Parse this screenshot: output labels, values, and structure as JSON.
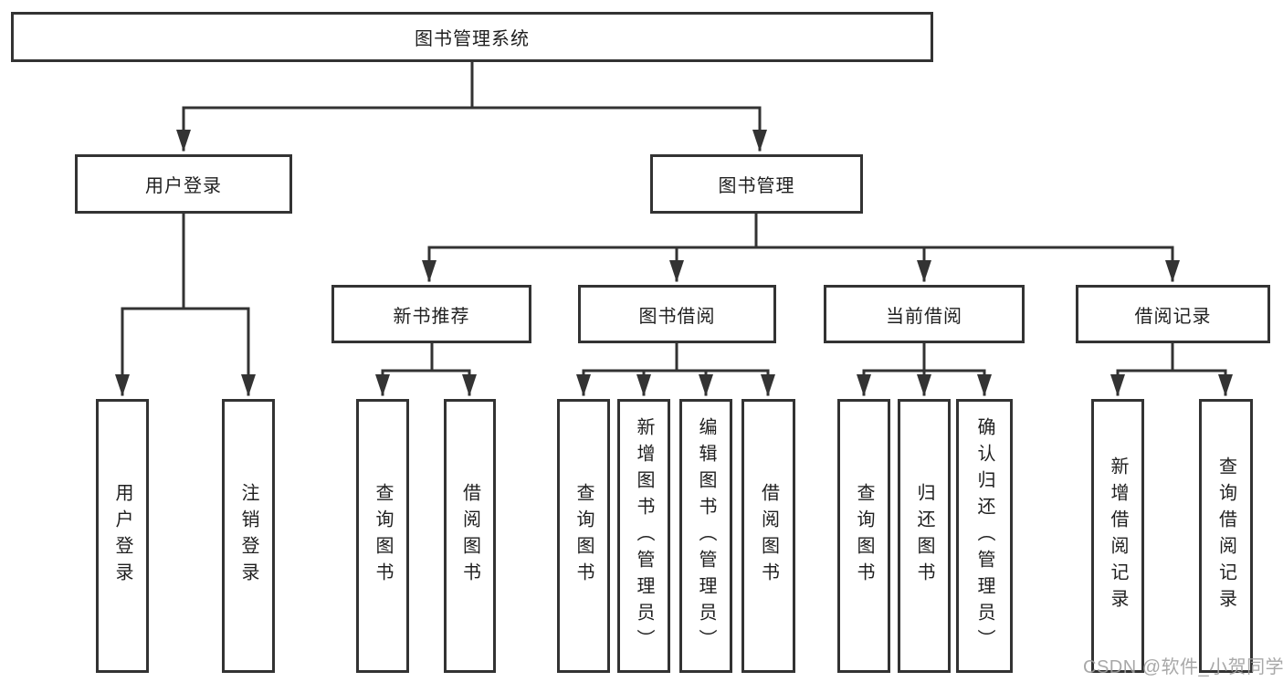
{
  "colors": {
    "line": "#333333",
    "box_border": "#333333",
    "box_background": "#ffffff",
    "text": "#1f1f1f",
    "watermark": "#9e9e9e",
    "page_background": "#ffffff"
  },
  "tree": {
    "root": {
      "label": "图书管理系统",
      "children": [
        {
          "label": "用户登录",
          "children": [
            {
              "label": "用户登录"
            },
            {
              "label": "注销登录"
            }
          ]
        },
        {
          "label": "图书管理",
          "children": [
            {
              "label": "新书推荐",
              "children": [
                {
                  "label": "查询图书"
                },
                {
                  "label": "借阅图书"
                }
              ]
            },
            {
              "label": "图书借阅",
              "children": [
                {
                  "label": "查询图书"
                },
                {
                  "label": "新增图书（管理员）"
                },
                {
                  "label": "编辑图书（管理员）"
                },
                {
                  "label": "借阅图书"
                }
              ]
            },
            {
              "label": "当前借阅",
              "children": [
                {
                  "label": "查询图书"
                },
                {
                  "label": "归还图书"
                },
                {
                  "label": "确认归还（管理员）"
                }
              ]
            },
            {
              "label": "借阅记录",
              "children": [
                {
                  "label": "新增借阅记录"
                },
                {
                  "label": "查询借阅记录"
                }
              ]
            }
          ]
        }
      ]
    }
  },
  "watermark": {
    "text": "CSDN @软件_小贺同学"
  }
}
